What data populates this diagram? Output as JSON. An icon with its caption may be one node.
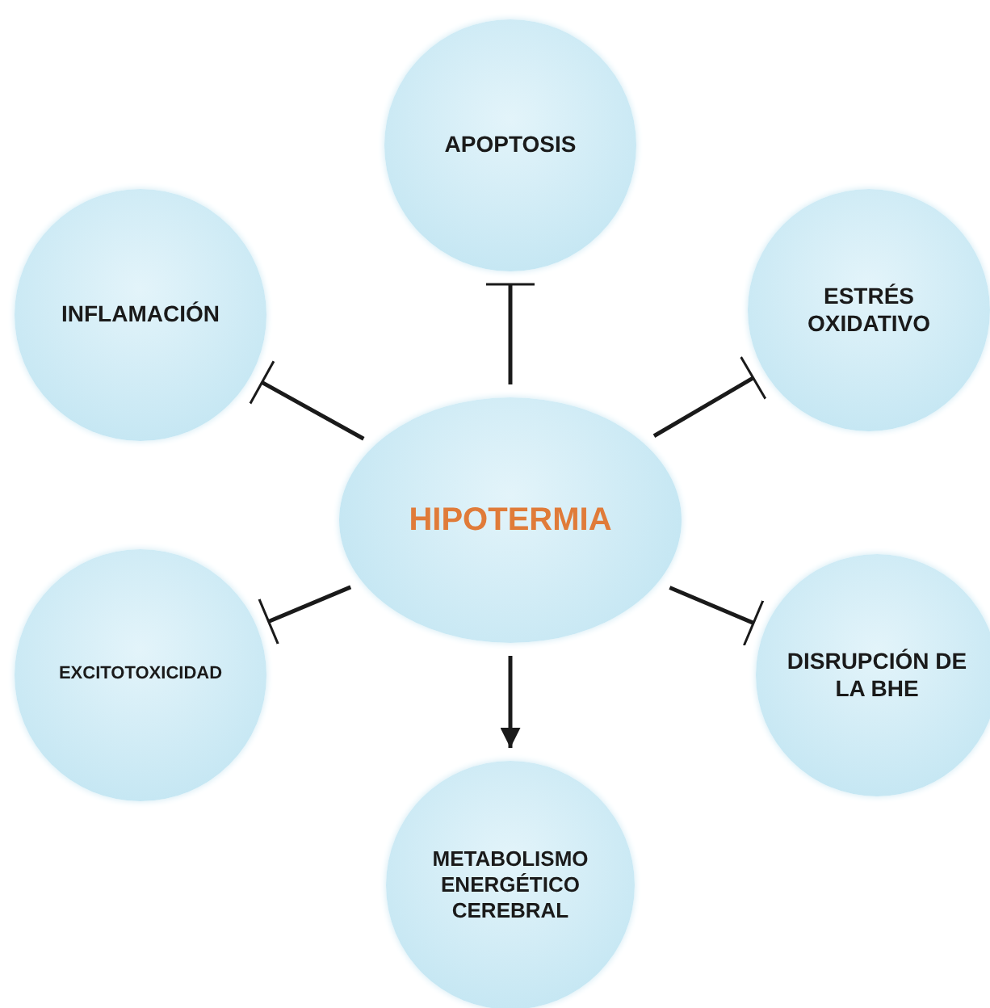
{
  "diagram": {
    "nodes": [
      {
        "text": [
          "APOPTOSIS"
        ]
      },
      {
        "text": [
          "INFLAMACIÓN"
        ]
      },
      {
        "text": [
          "ESTRÉS OXIDATIVO"
        ]
      },
      {
        "text": [
          "HIPOTERMIA"
        ]
      },
      {
        "text": [
          "EXCITOTOXICIDAD"
        ]
      },
      {
        "text": [
          "DISRUPCIÓN DE LA BHE"
        ]
      },
      {
        "text": [
          "METABOLISMO ENERGÉTICO CEREBRAL"
        ]
      }
    ],
    "edges": [
      {
        "from": 3,
        "to": 0,
        "arrow": "other"
      },
      {
        "from": 3,
        "to": 1,
        "arrow": "other"
      },
      {
        "from": 3,
        "to": 2,
        "arrow": "other"
      },
      {
        "from": 3,
        "to": 4,
        "arrow": "other"
      },
      {
        "from": 3,
        "to": 5,
        "arrow": "other"
      },
      {
        "from": 3,
        "to": 6,
        "arrow": "to"
      }
    ]
  }
}
